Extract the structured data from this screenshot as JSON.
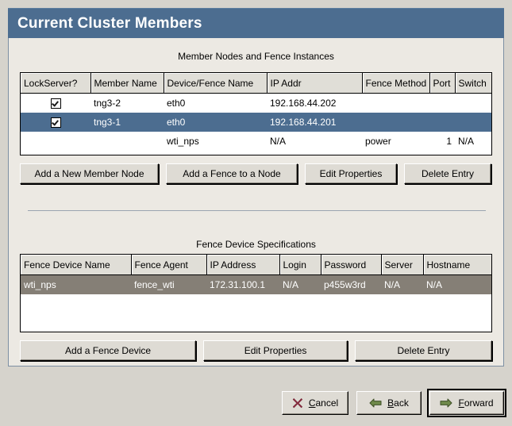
{
  "window": {
    "title": "Current Cluster Members"
  },
  "member_section": {
    "title": "Member Nodes and Fence Instances",
    "columns": [
      "LockServer?",
      "Member Name",
      "Device/Fence Name",
      "IP Addr",
      "Fence Method",
      "Port",
      "Switch"
    ],
    "rows": [
      {
        "lockserver": "checked",
        "member_name": "tng3-2",
        "device_fence_name": "eth0",
        "ip_addr": "192.168.44.202",
        "fence_method": "",
        "port": "",
        "switch": "",
        "state": "normal"
      },
      {
        "lockserver": "checked",
        "member_name": "tng3-1",
        "device_fence_name": "eth0",
        "ip_addr": "192.168.44.201",
        "fence_method": "",
        "port": "",
        "switch": "",
        "state": "selected"
      },
      {
        "lockserver": "",
        "member_name": "",
        "device_fence_name": "wti_nps",
        "ip_addr": "N/A",
        "fence_method": "power",
        "port": "1",
        "switch": "N/A",
        "state": "normal"
      }
    ],
    "buttons": {
      "add_member": "Add a New Member Node",
      "add_fence": "Add a Fence to a Node",
      "edit_properties": "Edit Properties",
      "delete_entry": "Delete Entry"
    }
  },
  "fence_section": {
    "title": "Fence Device Specifications",
    "columns": [
      "Fence Device Name",
      "Fence Agent",
      "IP Address",
      "Login",
      "Password",
      "Server",
      "Hostname"
    ],
    "rows": [
      {
        "fence_device_name": "wti_nps",
        "fence_agent": "fence_wti",
        "ip_address": "172.31.100.1",
        "login": "N/A",
        "password": "p455w3rd",
        "server": "N/A",
        "hostname": "N/A",
        "state": "selected-unfocused"
      }
    ],
    "buttons": {
      "add_fence_device": "Add a Fence Device",
      "edit_properties": "Edit Properties",
      "delete_entry": "Delete Entry"
    }
  },
  "nav": {
    "cancel": {
      "label_prefix": "",
      "mnemonic": "C",
      "label_rest": "ancel",
      "icon": "cancel-x-icon"
    },
    "back": {
      "label_prefix": "",
      "mnemonic": "B",
      "label_rest": "ack",
      "icon": "arrow-left-icon"
    },
    "forward": {
      "label_prefix": "",
      "mnemonic": "F",
      "label_rest": "orward",
      "icon": "arrow-right-icon"
    }
  },
  "colors": {
    "titlebar": "#4c6d90",
    "selection_focused": "#4c6d90",
    "selection_unfocused": "#857f76",
    "panel": "#ece9e3",
    "dialog": "#d6d3cc",
    "cancel_icon": "#8e2b3f",
    "arrow_icon": "#6f8a4a"
  }
}
